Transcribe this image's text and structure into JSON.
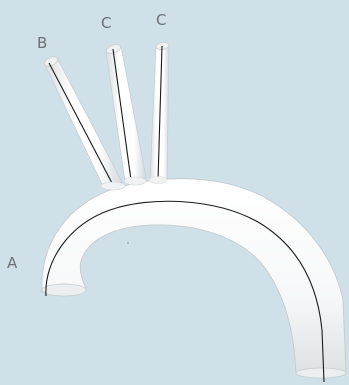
{
  "labels": {
    "a": "A",
    "b": "B",
    "c1": "C",
    "c2": "C"
  },
  "colors": {
    "background": "#cfe0e8",
    "vessel_fill": "#fbfbfb",
    "vessel_shadow": "#e4e7e9",
    "centerline": "#1a1a1a",
    "label_text": "#6b7076"
  }
}
